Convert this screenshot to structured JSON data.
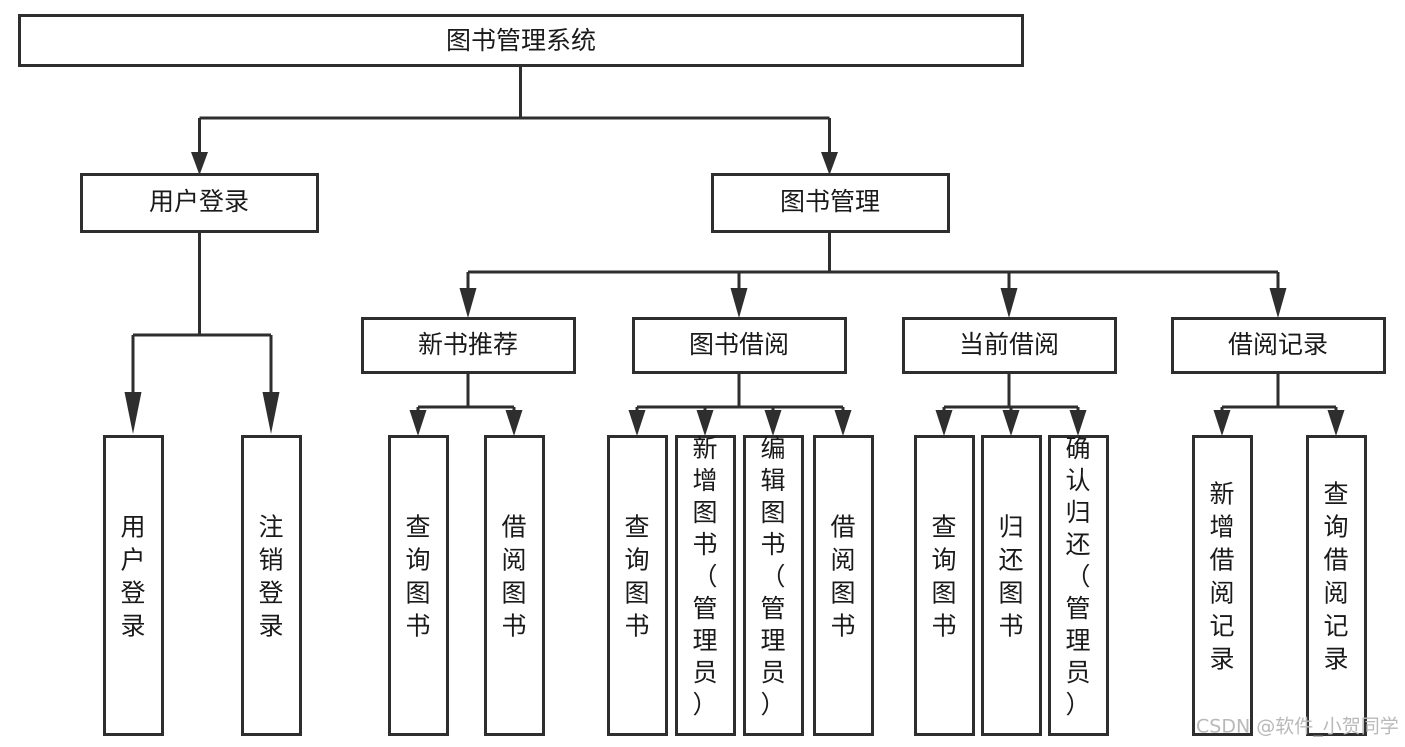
{
  "diagram": {
    "title": "图书管理系统",
    "type": "tree-hierarchy",
    "watermark": "CSDN @软件_小贺同学",
    "colors": {
      "stroke": "#2e2e2e",
      "fill": "#ffffff",
      "text": "#1a1a1a",
      "watermark": "#b9b9b9"
    },
    "root": {
      "id": "root",
      "label": "图书管理系统",
      "orientation": "horizontal"
    },
    "level2": [
      {
        "id": "user-login",
        "label": "用户登录",
        "orientation": "horizontal"
      },
      {
        "id": "book-management",
        "label": "图书管理",
        "orientation": "horizontal"
      }
    ],
    "level3": [
      {
        "id": "new-book-recommend",
        "label": "新书推荐",
        "orientation": "horizontal",
        "parent": "book-management"
      },
      {
        "id": "book-borrow",
        "label": "图书借阅",
        "orientation": "horizontal",
        "parent": "book-management"
      },
      {
        "id": "current-borrow",
        "label": "当前借阅",
        "orientation": "horizontal",
        "parent": "book-management"
      },
      {
        "id": "borrow-record",
        "label": "借阅记录",
        "orientation": "horizontal",
        "parent": "book-management"
      }
    ],
    "leaves": [
      {
        "id": "leaf-user-login",
        "label": "用户登录",
        "orientation": "vertical",
        "parent": "user-login"
      },
      {
        "id": "leaf-user-logout",
        "label": "注销登录",
        "orientation": "vertical",
        "parent": "user-login"
      },
      {
        "id": "leaf-query-book-1",
        "label": "查询图书",
        "orientation": "vertical",
        "parent": "new-book-recommend"
      },
      {
        "id": "leaf-borrow-book-1",
        "label": "借阅图书",
        "orientation": "vertical",
        "parent": "new-book-recommend"
      },
      {
        "id": "leaf-query-book-2",
        "label": "查询图书",
        "orientation": "vertical",
        "parent": "book-borrow"
      },
      {
        "id": "leaf-add-book",
        "label": "新增图书（管理员）",
        "orientation": "vertical",
        "parent": "book-borrow"
      },
      {
        "id": "leaf-edit-book",
        "label": "编辑图书（管理员）",
        "orientation": "vertical",
        "parent": "book-borrow"
      },
      {
        "id": "leaf-borrow-book-2",
        "label": "借阅图书",
        "orientation": "vertical",
        "parent": "book-borrow"
      },
      {
        "id": "leaf-query-book-3",
        "label": "查询图书",
        "orientation": "vertical",
        "parent": "current-borrow"
      },
      {
        "id": "leaf-return-book",
        "label": "归还图书",
        "orientation": "vertical",
        "parent": "current-borrow"
      },
      {
        "id": "leaf-confirm-return",
        "label": "确认归还（管理员）",
        "orientation": "vertical",
        "parent": "current-borrow"
      },
      {
        "id": "leaf-add-record",
        "label": "新增借阅记录",
        "orientation": "vertical",
        "parent": "borrow-record"
      },
      {
        "id": "leaf-query-record",
        "label": "查询借阅记录",
        "orientation": "vertical",
        "parent": "borrow-record"
      }
    ]
  }
}
